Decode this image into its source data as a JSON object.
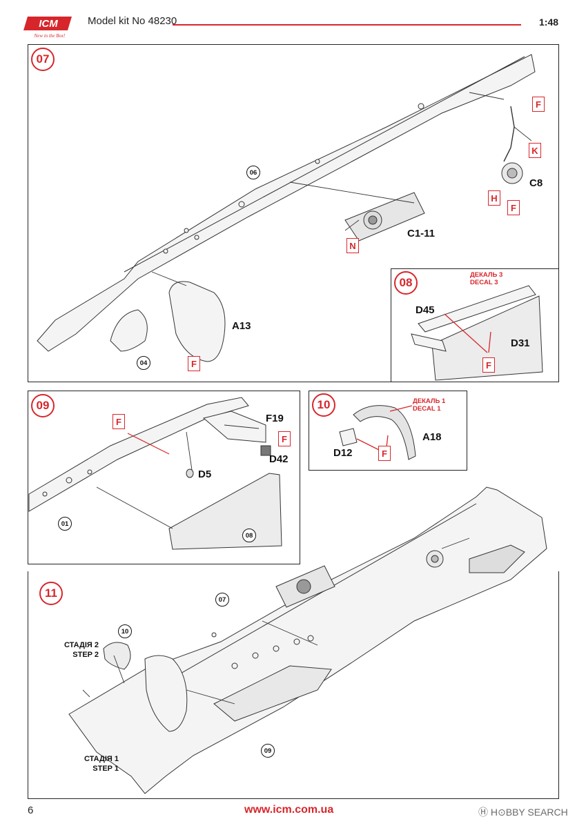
{
  "header": {
    "logo_text": "ICM",
    "logo_tagline": "New in the Box!",
    "title": "Model kit No 48230",
    "scale": "1:48"
  },
  "steps": {
    "s07": {
      "badge": "07",
      "refs": {
        "r06": "06",
        "r04": "04"
      },
      "labels": {
        "c8": "C8",
        "c111": "C1-11",
        "a13": "A13"
      },
      "tags": {
        "f1": "F",
        "k": "K",
        "h": "H",
        "f2": "F",
        "n": "N",
        "f3": "F"
      }
    },
    "s08": {
      "badge": "08",
      "decal_uk": "ДЕКАЛЬ 3",
      "decal_en": "DECAL 3",
      "labels": {
        "d45": "D45",
        "d31": "D31"
      },
      "tags": {
        "f": "F"
      }
    },
    "s09": {
      "badge": "09",
      "refs": {
        "r01": "01",
        "r08": "08"
      },
      "labels": {
        "f19": "F19",
        "d42": "D42",
        "d5": "D5"
      },
      "tags": {
        "f1": "F",
        "f2": "F"
      }
    },
    "s10": {
      "badge": "10",
      "decal_uk": "ДЕКАЛЬ 1",
      "decal_en": "DECAL 1",
      "labels": {
        "a18": "A18",
        "d12": "D12"
      },
      "tags": {
        "f": "F"
      }
    },
    "s11": {
      "badge": "11",
      "refs": {
        "r07": "07",
        "r10": "10",
        "r09": "09"
      },
      "stage2_uk": "СТАДІЯ 2",
      "stage2_en": "STEP 2",
      "stage1_uk": "СТАДІЯ 1",
      "stage1_en": "STEP 1"
    }
  },
  "footer": {
    "page_number": "6",
    "url": "www.icm.com.ua",
    "watermark": "Ⓗ H⊙BBY SEARCH"
  },
  "colors": {
    "accent": "#d7262b",
    "line": "#222222"
  }
}
